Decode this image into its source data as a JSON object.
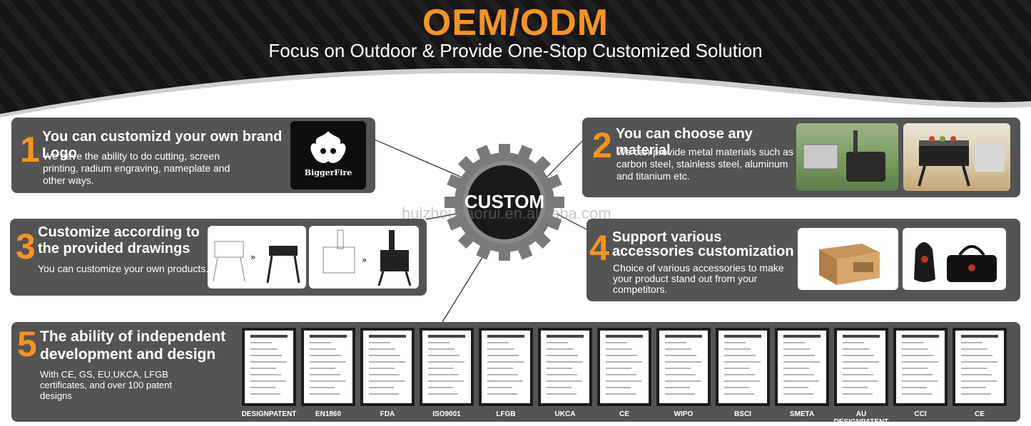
{
  "header": {
    "title": "OEM/ODM",
    "subtitle": "Focus on Outdoor & Provide One-Stop Customized Solution"
  },
  "center": {
    "label": "CUSTOM",
    "watermark": "huizhouhaorui.en.alibaba.com"
  },
  "cards": [
    {
      "number": "1",
      "title": "You can customizd your own brand Logo",
      "description": "We have the ability to do cutting, screen printing, radium engraving, nameplate and other ways.",
      "logo_text": "BiggerFire"
    },
    {
      "number": "2",
      "title": "You can choose any material",
      "description": "We can provide metal materials such as carbon steel, stainless steel, aluminum and titanium etc."
    },
    {
      "number": "3",
      "title": "Customize according to the provided drawings",
      "description": "You can customize your own products."
    },
    {
      "number": "4",
      "title": "Support various accessories customization",
      "description": "Choice of various accessories to make your product stand out from your competitors."
    },
    {
      "number": "5",
      "title": "The ability of independent development and design",
      "description": "With CE, GS, EU,UKCA, LFGB certificates, and over 100 patent designs"
    }
  ],
  "certificates": [
    "DESIGNPATENT",
    "EN1860",
    "FDA",
    "ISO9001",
    "LFGB",
    "UKCA",
    "CE",
    "WIPO",
    "BSCI",
    "SMETA",
    "AU DESIGNPATENT",
    "CCI",
    "CE"
  ],
  "colors": {
    "accent": "#f7941d",
    "card": "#545454",
    "header": "#1a1a1a",
    "gear": "#7a7a7a"
  }
}
